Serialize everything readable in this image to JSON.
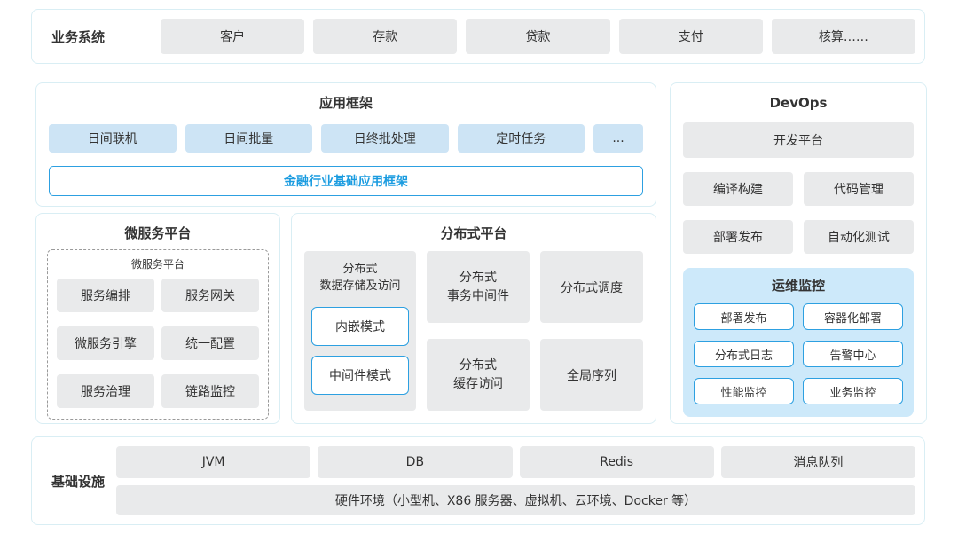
{
  "colors": {
    "accent_blue": "#1b9ce0",
    "outline_border": "#2da0e1",
    "panel_border": "#d9eef4",
    "box_gray": "#e9eaeb",
    "box_blue": "#cde4f5",
    "monitor_bg": "#cde9fa"
  },
  "business": {
    "label": "业务系统",
    "items": [
      "客户",
      "存款",
      "贷款",
      "支付",
      "核算……"
    ]
  },
  "app_framework": {
    "title": "应用框架",
    "items": [
      "日间联机",
      "日间批量",
      "日终批处理",
      "定时任务",
      "..."
    ],
    "base": "金融行业基础应用框架"
  },
  "devops": {
    "title": "DevOps",
    "platform": "开发平台",
    "tools": [
      "编译构建",
      "代码管理",
      "部署发布",
      "自动化测试"
    ],
    "monitor": {
      "title": "运维监控",
      "items": [
        "部署发布",
        "容器化部署",
        "分布式日志",
        "告警中心",
        "性能监控",
        "业务监控"
      ]
    }
  },
  "microservice": {
    "title": "微服务平台",
    "inner_title": "微服务平台",
    "items": [
      "服务编排",
      "服务网关",
      "微服务引擎",
      "统一配置",
      "服务治理",
      "链路监控"
    ]
  },
  "distributed": {
    "title": "分布式平台",
    "storage": {
      "title": "分布式\n数据存储及访问",
      "modes": [
        "内嵌模式",
        "中间件模式"
      ]
    },
    "cells": [
      "分布式\n事务中间件",
      "分布式调度",
      "分布式\n缓存访问",
      "全局序列"
    ]
  },
  "infrastructure": {
    "label": "基础设施",
    "items": [
      "JVM",
      "DB",
      "Redis",
      "消息队列"
    ],
    "hardware": "硬件环境（小型机、X86 服务器、虚拟机、云环境、Docker 等）"
  }
}
